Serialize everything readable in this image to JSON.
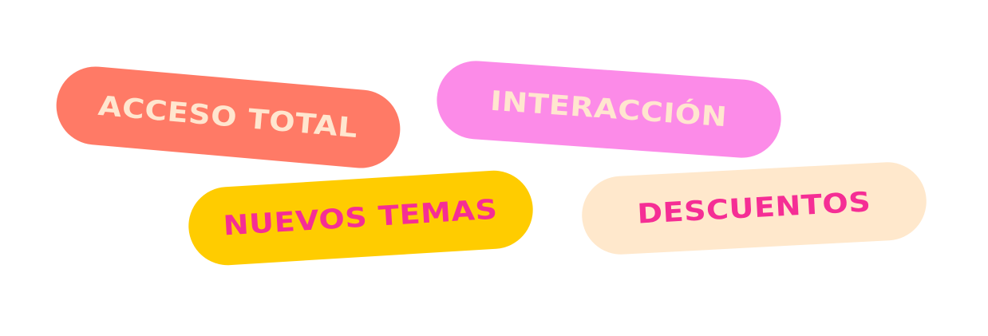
{
  "pills": [
    {
      "label": "ACCESO TOTAL",
      "bg": "#FF7A66",
      "fg": "#FFE6CF"
    },
    {
      "label": "INTERACCIÓN",
      "bg": "#FC8BE8",
      "fg": "#FFE6CF"
    },
    {
      "label": "NUEVOS TEMAS",
      "bg": "#FFCC00",
      "fg": "#F52E95"
    },
    {
      "label": "DESCUENTOS",
      "bg": "#FFE8CC",
      "fg": "#F52E95"
    }
  ]
}
